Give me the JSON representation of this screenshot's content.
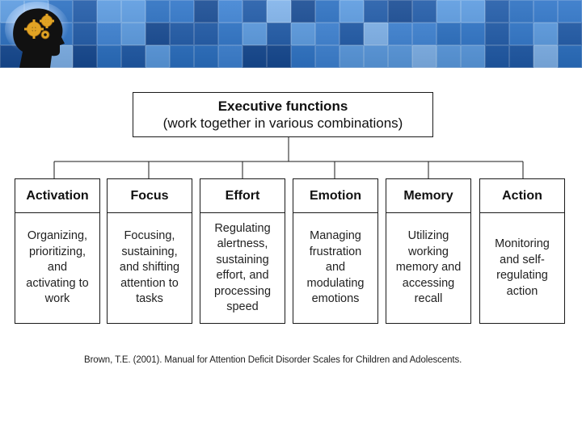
{
  "header": {
    "logo_icon": "head-with-gears-icon",
    "banner_colors": [
      "#2a6fc1",
      "#1f5aa8",
      "#3d82d3",
      "#5a9ae0",
      "#164a93",
      "#7fb2ea",
      "#2f75c8"
    ]
  },
  "diagram": {
    "root": {
      "title": "Executive functions",
      "subtitle": "(work together in various combinations)"
    },
    "functions": [
      {
        "title": "Activation",
        "description": "Organizing,\nprioritizing,\nand\nactivating to\nwork"
      },
      {
        "title": "Focus",
        "description": "Focusing,\nsustaining,\nand shifting\nattention to\ntasks"
      },
      {
        "title": "Effort",
        "description": "Regulating\nalertness,\nsustaining\neffort, and\nprocessing\nspeed"
      },
      {
        "title": "Emotion",
        "description": "Managing\nfrustration\nand\nmodulating\nemotions"
      },
      {
        "title": "Memory",
        "description": "Utilizing\nworking\nmemory and\naccessing\nrecall"
      },
      {
        "title": "Action",
        "description": "Monitoring\nand self-\nregulating\naction"
      }
    ]
  },
  "citation": "Brown, T.E. (2001). Manual for Attention Deficit Disorder Scales for Children and Adolescents."
}
